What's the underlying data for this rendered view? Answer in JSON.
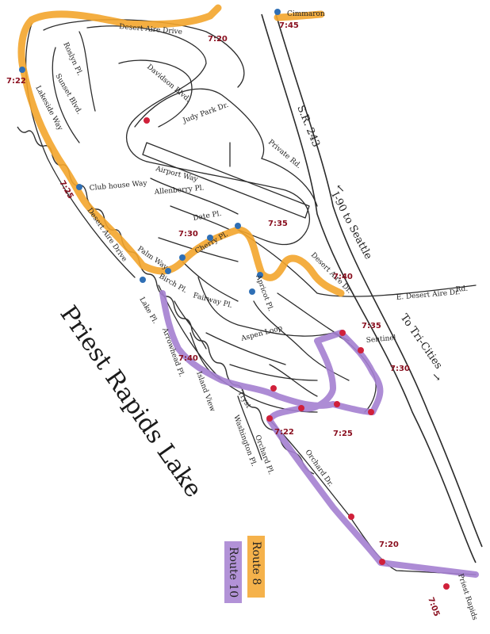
{
  "map": {
    "lake_label": "Priest Rapids Lake",
    "highway_label": "S.R. 243",
    "arrow_seattle": "I-90 to Seattle",
    "arrow_tricities": "To Tri-Cities",
    "legend": {
      "route8": "Route 8",
      "route10": "Route 10"
    },
    "colors": {
      "route8": "#f3a52c",
      "route10": "#a47fd0",
      "stop_blue": "#2f6fb5",
      "stop_red": "#d0203a"
    },
    "streets": {
      "desert_aire_drive_top": "Desert Aire Drive",
      "desert_aire_drive_sw": "Desert Aire Drive",
      "cimmaron": "Cimmaron",
      "lakeside_way": "Lakeside Way",
      "sunset_blvd": "Sunset Blvd.",
      "roslyn_pl": "Roslyn Pl.",
      "davidson_blvd": "Davidson Blvd.",
      "judy_park_dr": "Judy Park Dr.",
      "private_rd": "Private Rd.",
      "airport_way": "Airport Way",
      "club_house_way": "Club house Way",
      "allenberry_pl": "Allenberry Pl.",
      "date_pl": "Date Pl.",
      "palm_way": "Palm Way",
      "birch_pl": "Birch Pl.",
      "lake_pl": "Lake Pl.",
      "fairway_pl": "Fairway Pl.",
      "arrowhead_pl": "Arrowhead Pl.",
      "island_view": "Island View",
      "apricot_pl": "Apricot Pl.",
      "aspen_loop": "Aspen Loop",
      "sentinel": "Sentinel",
      "orchard_dr": "Orchard Dr.",
      "e_desert_aire_dr": "E. Desert Aire Dr.",
      "e_desert_aire_rd": "Rd.",
      "desert_aire_dr_east": "Desert Aire Dr.",
      "cherry_pl": "Cherry Pl.",
      "washington_pl": "Washington Pl.",
      "orchard_pl": "Orchard Pl.",
      "tryst": "Tryst",
      "priest_rapids": "Priest Rapids"
    },
    "times": [
      "7:20",
      "7:45",
      "7:22",
      "7:25",
      "7:30",
      "7:35",
      "7:40",
      "7:35",
      "7:30",
      "7:40",
      "7:25",
      "7:22",
      "7:20",
      "7:05"
    ]
  }
}
